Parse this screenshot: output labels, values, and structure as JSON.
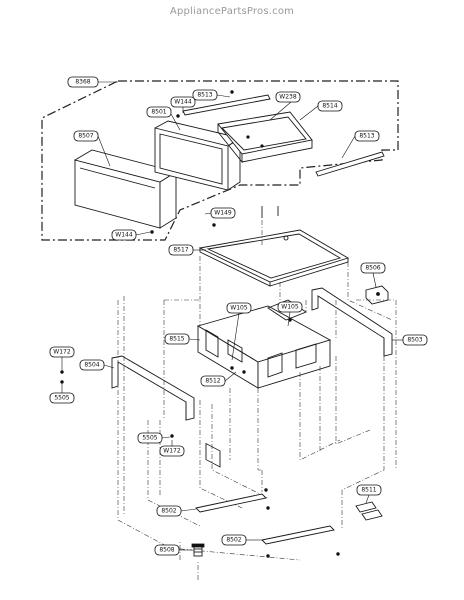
{
  "watermark": "AppliancePartsPros.com",
  "callouts": [
    {
      "id": "c8368",
      "label": "8368"
    },
    {
      "id": "c8513a",
      "label": "8513"
    },
    {
      "id": "cW144a",
      "label": "W144"
    },
    {
      "id": "cW238",
      "label": "W238"
    },
    {
      "id": "c8501",
      "label": "8501"
    },
    {
      "id": "c8514",
      "label": "8514"
    },
    {
      "id": "c8507",
      "label": "8507"
    },
    {
      "id": "c8513b",
      "label": "8513"
    },
    {
      "id": "cW144b",
      "label": "W144"
    },
    {
      "id": "cW149",
      "label": "W149"
    },
    {
      "id": "c8517",
      "label": "8517"
    },
    {
      "id": "c8506",
      "label": "8506"
    },
    {
      "id": "cW105a",
      "label": "W105"
    },
    {
      "id": "cW105b",
      "label": "W105"
    },
    {
      "id": "c8515",
      "label": "8515"
    },
    {
      "id": "c8503",
      "label": "8503"
    },
    {
      "id": "cW172a",
      "label": "W172"
    },
    {
      "id": "c8504",
      "label": "8504"
    },
    {
      "id": "c8512",
      "label": "8512"
    },
    {
      "id": "c5505a",
      "label": "5505"
    },
    {
      "id": "c5505b",
      "label": "5505"
    },
    {
      "id": "cW172b",
      "label": "W172"
    },
    {
      "id": "c8511",
      "label": "8511"
    },
    {
      "id": "c8502a",
      "label": "8502"
    },
    {
      "id": "c8502b",
      "label": "8502"
    },
    {
      "id": "c8508",
      "label": "8508"
    }
  ]
}
